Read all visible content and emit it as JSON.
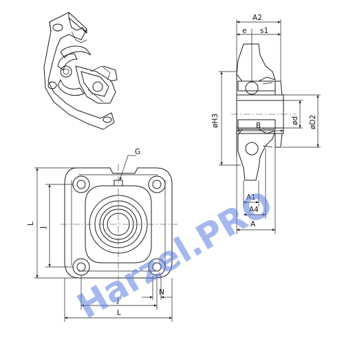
{
  "labels": {
    "A2": "A2",
    "e": "e",
    "s1": "s1",
    "H3": "øH3",
    "d": "ød",
    "D2": "øD2",
    "B": "B",
    "A1": "A1",
    "A4": "A4",
    "A": "A",
    "G": "G",
    "L_left": "L",
    "J_left": "J",
    "J_bottom": "J",
    "N": "N",
    "L_bottom": "L"
  },
  "watermark": {
    "text": "Harzel.PRO"
  },
  "colors": {
    "line": "#1a1a1a",
    "watermark": "#5a7fe0",
    "background": "#ffffff"
  }
}
